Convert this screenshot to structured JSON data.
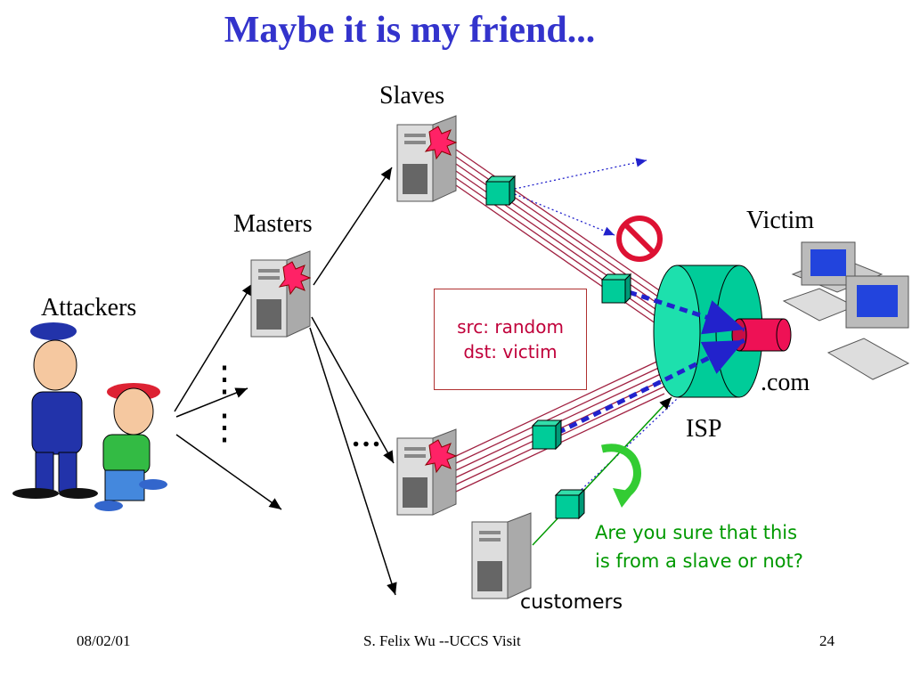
{
  "title": "Maybe it is my friend...",
  "labels": {
    "slaves": "Slaves",
    "masters": "Masters",
    "attackers": "Attackers",
    "victim": "Victim",
    "dotcom": ".com",
    "isp": "ISP",
    "customers": "customers",
    "ellipsis_h": "…",
    "ellipsis_v": "⋮"
  },
  "packet_box": {
    "line1": "src: random",
    "line2": "dst: victim"
  },
  "question": {
    "line1": "Are you sure that this",
    "line2": "is from a slave or not?"
  },
  "footer": {
    "date": "08/02/01",
    "center": "S. Felix Wu --UCCS Visit",
    "page": "24"
  },
  "colors": {
    "title": "#3333cc",
    "packet_text": "#c0003a",
    "question_text": "#009900",
    "packet_cube": "#00cc99",
    "flood_lines": "#a02040",
    "dashed_attack": "#2222cc",
    "isp_cylinder": "#00cc99",
    "victim_pipe": "#ee1155"
  }
}
